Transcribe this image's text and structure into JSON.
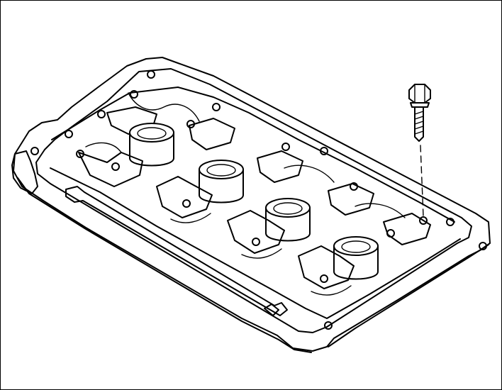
{
  "figure": {
    "subject": "cylinder-head-cover",
    "parts": [
      {
        "name": "valve-cover",
        "icon": "valve-cover-drawing"
      },
      {
        "name": "mounting-bolt",
        "icon": "bolt-drawing"
      }
    ],
    "spark_plug_wells": 4,
    "colors": {
      "ink": "#000000",
      "paper": "#ffffff"
    }
  }
}
